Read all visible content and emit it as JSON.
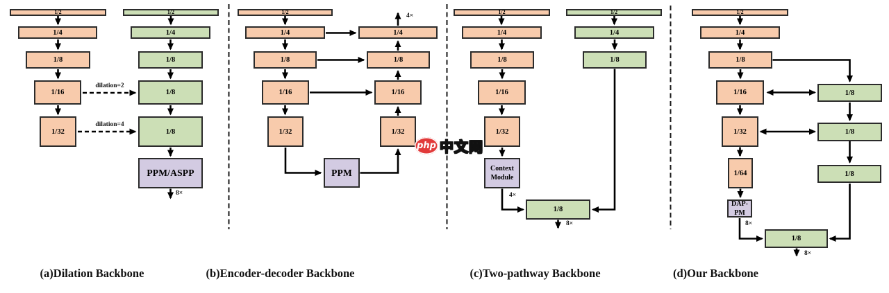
{
  "figure": {
    "panels": [
      {
        "caption": "(a)Dilation Backbone",
        "boxes": {
          "enc1": "1/2",
          "enc2": "1/4",
          "enc3": "1/8",
          "enc4": "1/16",
          "enc5": "1/32",
          "dec1": "1/2",
          "dec2": "1/4",
          "dec3": "1/8",
          "dec4": "1/8",
          "dec5": "1/8",
          "module": "PPM/ASPP"
        },
        "labels": {
          "dilation2": "dilation=2",
          "dilation4": "dilation=4",
          "out_scale": "8×"
        }
      },
      {
        "caption": "(b)Encoder-decoder Backbone",
        "boxes": {
          "enc1": "1/2",
          "enc2": "1/4",
          "enc3": "1/8",
          "enc4": "1/16",
          "enc5": "1/32",
          "dec4": "1/4",
          "dec3": "1/8",
          "dec2": "1/16",
          "dec1": "1/32",
          "module": "PPM"
        },
        "labels": {
          "out_scale": "4×"
        }
      },
      {
        "caption": "(c)Two-pathway Backbone",
        "boxes": {
          "det1": "1/2",
          "det2": "1/4",
          "det3": "1/8",
          "det4": "1/16",
          "det5": "1/32",
          "ctx1": "1/2",
          "ctx2": "1/4",
          "ctx3": "1/8",
          "fuse": "1/8"
        },
        "module_lines": {
          "l1": "Context",
          "l2": "Module"
        },
        "labels": {
          "mid_scale": "4×",
          "out_scale": "8×"
        }
      },
      {
        "caption": "(d)Our Backbone",
        "boxes": {
          "m1": "1/2",
          "m2": "1/4",
          "m3": "1/8",
          "m4": "1/16",
          "m5": "1/32",
          "m6": "1/64",
          "br1": "1/8",
          "br2": "1/8",
          "br3": "1/8",
          "fuse": "1/8"
        },
        "module_lines": {
          "l1": "DAP-",
          "l2": "PM"
        },
        "labels": {
          "pm_scale": "8×",
          "out_scale": "8×"
        }
      }
    ],
    "watermark": {
      "logo": "php",
      "text": "中文网"
    },
    "colors": {
      "encoder_fill": "#F8CBAC",
      "decoder_fill": "#CCDFB6",
      "module_fill": "#D3CBE2",
      "border": "#2b2b2b",
      "arrow": "#000000",
      "watermark_red": "#e23a3a"
    }
  }
}
